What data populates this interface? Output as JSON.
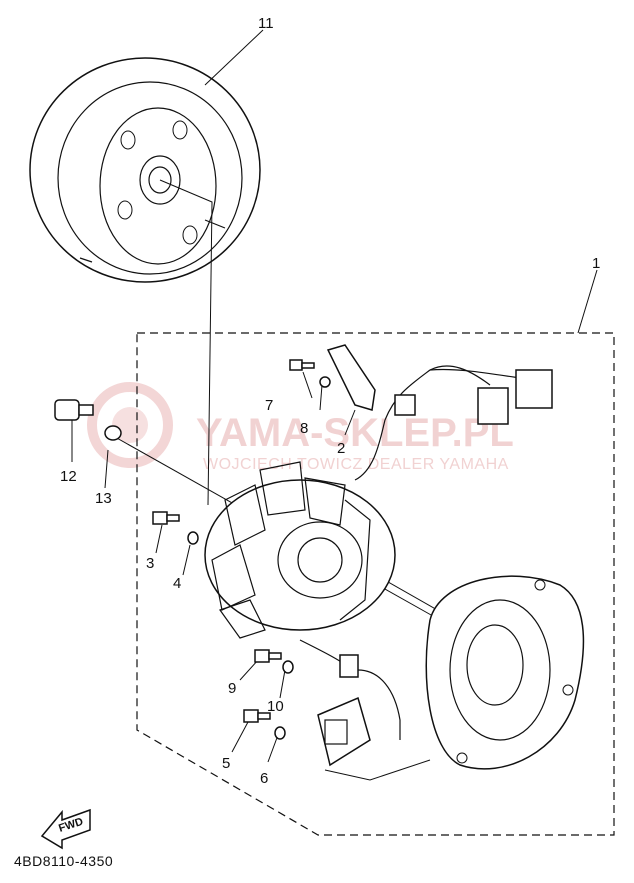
{
  "diagram": {
    "part_labels": {
      "p1": "1",
      "p2": "2",
      "p3": "3",
      "p4": "4",
      "p5": "5",
      "p6": "6",
      "p7": "7",
      "p8": "8",
      "p9": "9",
      "p10": "10",
      "p11": "11",
      "p12": "12",
      "p13": "13"
    },
    "drawing_code": "4BD8110-4350",
    "fwd_label": "FWD",
    "watermark": {
      "main": "YAMA-SKLEP.PL",
      "sub": "WOJCIECH TOWICZ DEALER YAMAHA"
    }
  }
}
